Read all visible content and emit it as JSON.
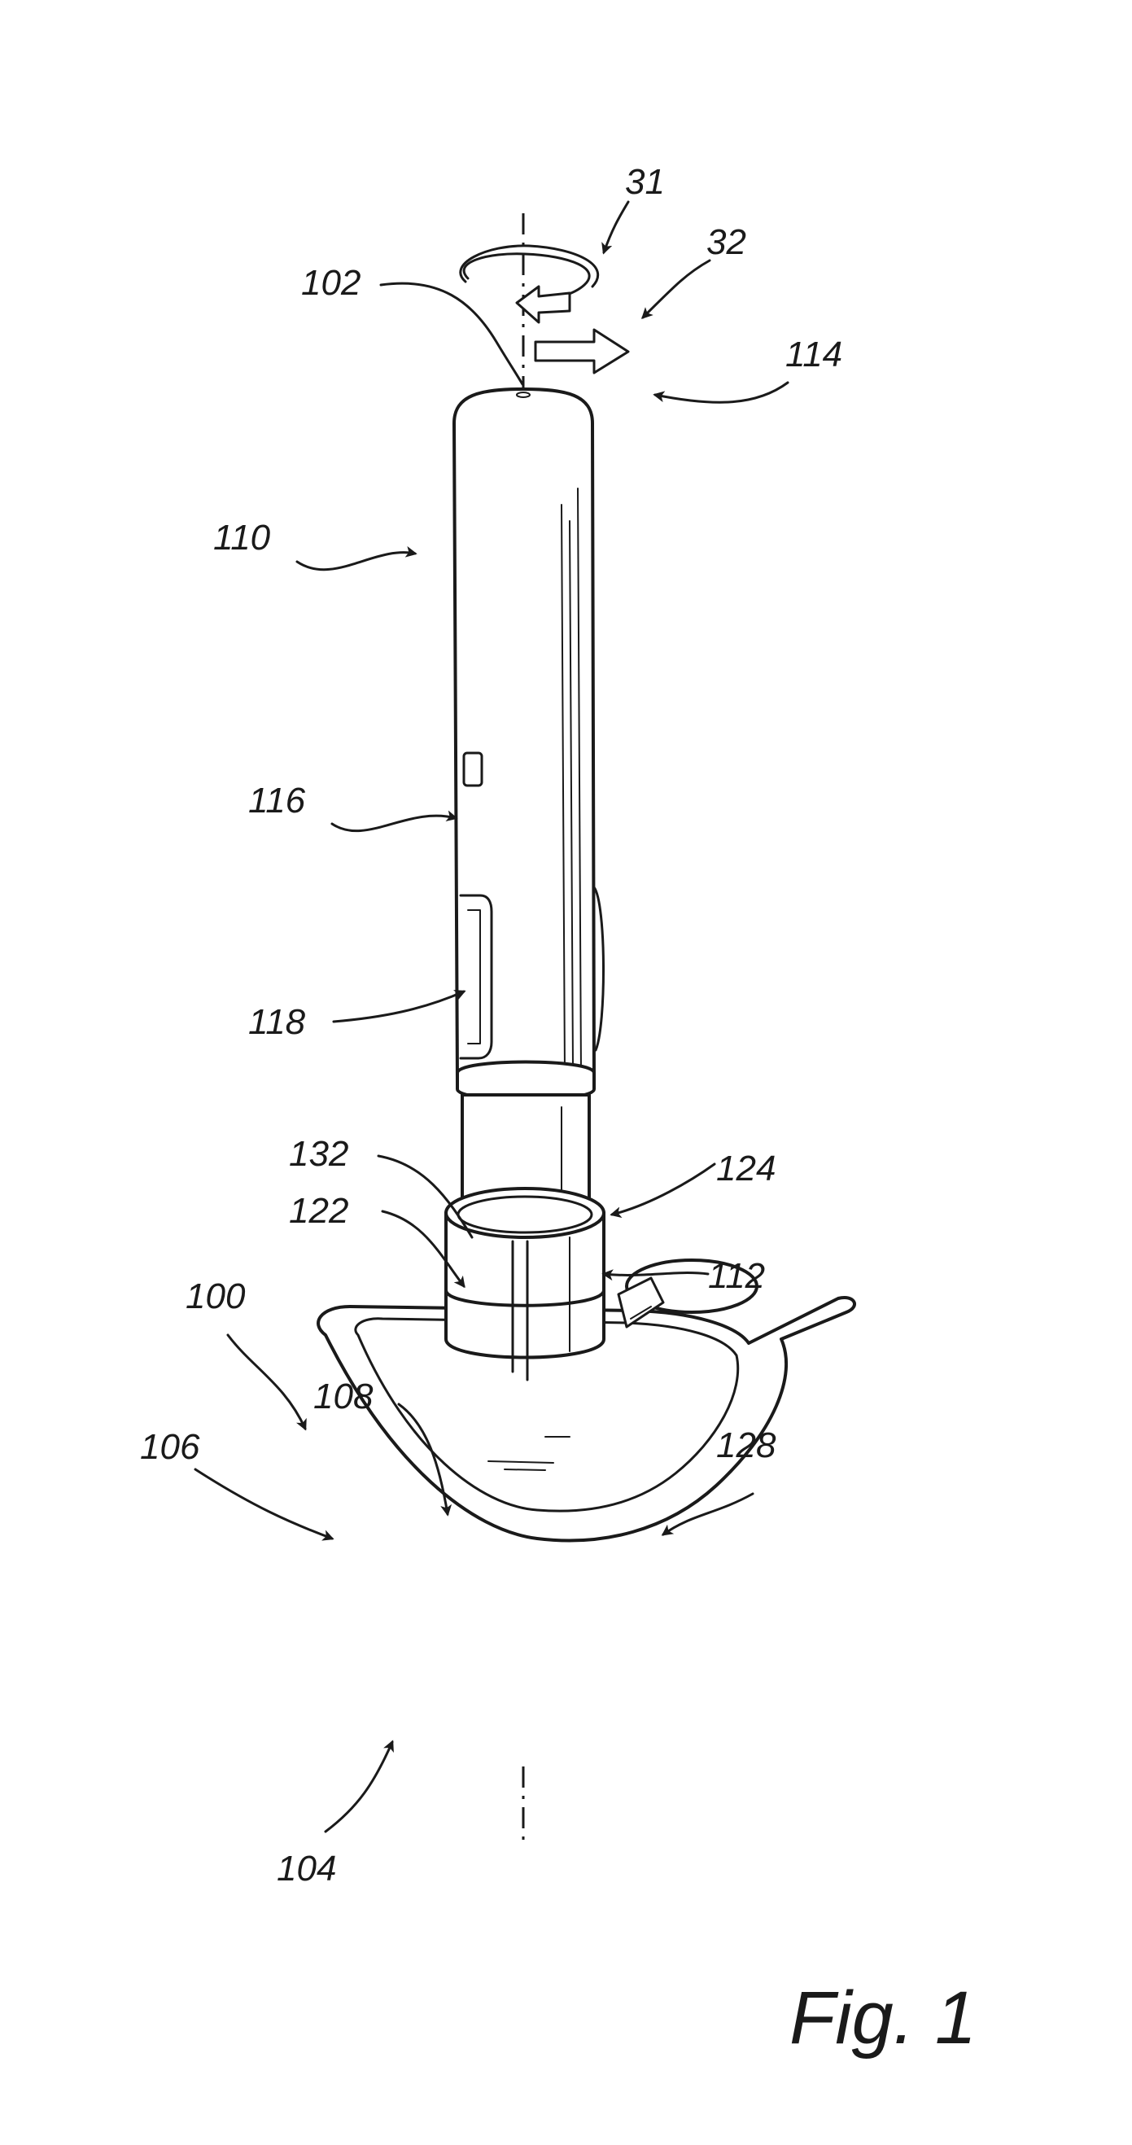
{
  "figure": {
    "caption": "Fig. 1",
    "labels": {
      "l31": "31",
      "l32": "32",
      "l102": "102",
      "l114": "114",
      "l110": "110",
      "l116": "116",
      "l118": "118",
      "l132": "132",
      "l124": "124",
      "l122": "122",
      "l112": "112",
      "l100": "100",
      "l108": "108",
      "l106": "106",
      "l128": "128",
      "l104": "104"
    }
  }
}
